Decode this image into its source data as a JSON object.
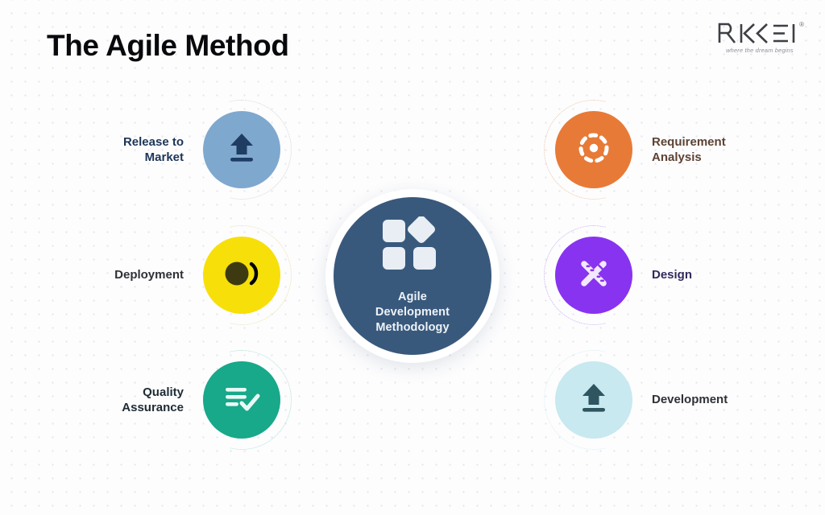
{
  "slide": {
    "title": "The Agile Method",
    "background_color": "#fdfdfe",
    "dot_color": "#e7e8ec"
  },
  "logo": {
    "wordmark": "RIKKEI",
    "registered_mark": "®",
    "tagline": "where the dream begins",
    "color": "#3d3f44"
  },
  "center": {
    "label": "Agile\nDevelopment\nMethodology",
    "icon": "four-blocks-icon",
    "circle_color": "#39597c",
    "ring_color": "#ffffff",
    "text_color": "#eef3f8"
  },
  "nodes": [
    {
      "id": "release-to-market",
      "label": "Release to\nMarket",
      "icon": "upload-arrow-icon",
      "side": "left",
      "circle_color": "#7fa8cf",
      "icon_color": "#1f3c63",
      "text_color": "#1d3557"
    },
    {
      "id": "deployment",
      "label": "Deployment",
      "icon": "deployment-circle-arc-icon",
      "side": "left",
      "circle_color": "#f7df0a",
      "icon_color": "#3d3a11",
      "text_color": "#2f3136"
    },
    {
      "id": "quality-assurance",
      "label": "Quality\nAssurance",
      "icon": "checklist-check-icon",
      "side": "left",
      "circle_color": "#18a88a",
      "icon_color": "#e9faf5",
      "text_color": "#1f2b33"
    },
    {
      "id": "requirement-analysis",
      "label": "Requirement\nAnalysis",
      "icon": "dashed-target-icon",
      "side": "right",
      "circle_color": "#e87a37",
      "icon_color": "#ffffff",
      "text_color": "#5d4233"
    },
    {
      "id": "design",
      "label": "Design",
      "icon": "pencil-ruler-cross-icon",
      "side": "right",
      "circle_color": "#8833f0",
      "icon_color": "#f3e9ff",
      "text_color": "#312a5c"
    },
    {
      "id": "development",
      "label": "Development",
      "icon": "upload-arrow-icon",
      "side": "right",
      "circle_color": "#c7e9ef",
      "icon_color": "#2f5560",
      "text_color": "#2f3136"
    }
  ]
}
